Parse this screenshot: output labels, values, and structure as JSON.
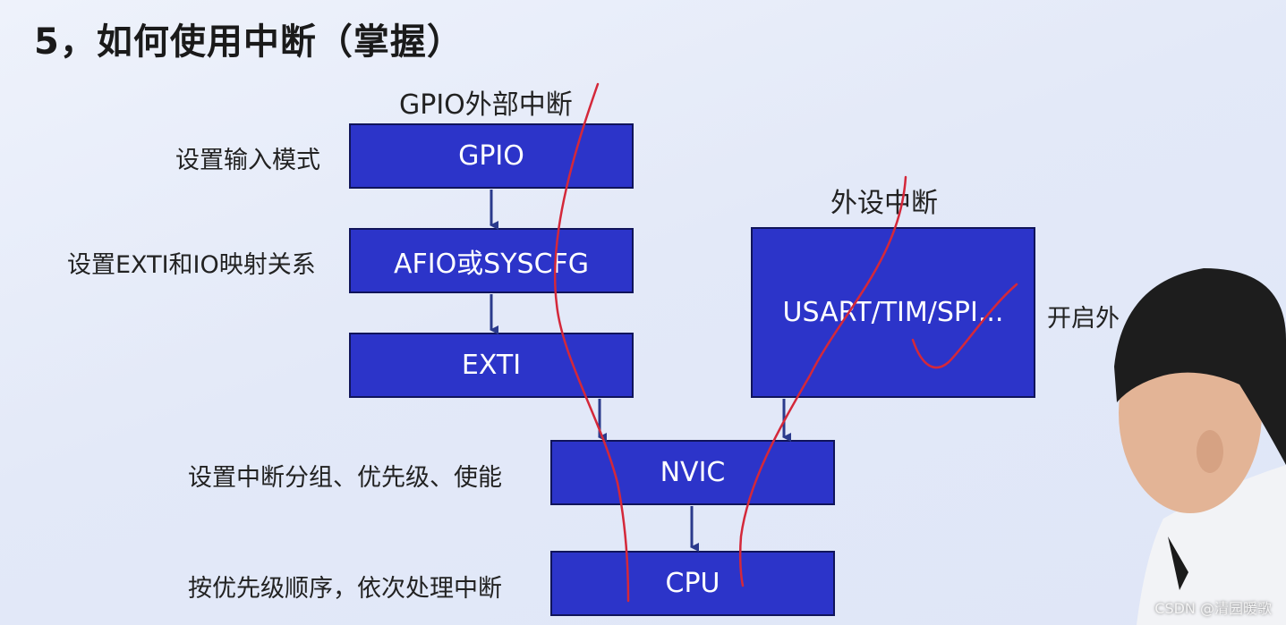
{
  "title": "5，如何使用中断（掌握）",
  "gpio_section": {
    "heading": "GPIO外部中断",
    "boxes": {
      "gpio": "GPIO",
      "afio": "AFIO或SYSCFG",
      "exti": "EXTI"
    },
    "labels": {
      "gpio": "设置输入模式",
      "afio": "设置EXTI和IO映射关系"
    }
  },
  "peripheral_section": {
    "heading": "外设中断",
    "box": "USART/TIM/SPI...",
    "label": "开启外"
  },
  "nvic": {
    "box": "NVIC",
    "label": "设置中断分组、优先级、使能"
  },
  "cpu": {
    "box": "CPU",
    "label": "按优先级顺序，依次处理中断"
  },
  "watermark": "CSDN @清园暖歌",
  "colors": {
    "box_fill": "#2c34c9",
    "box_border": "#10145a",
    "arrow": "#2a3a8c",
    "annotation": "#d4283a"
  }
}
